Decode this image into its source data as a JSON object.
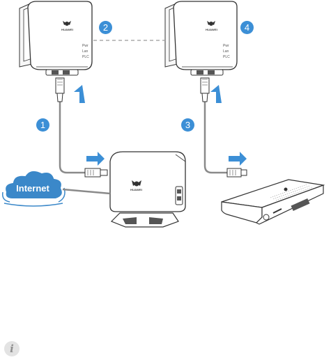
{
  "steps": [
    "1",
    "2",
    "3",
    "4"
  ],
  "internet_label": "Internet",
  "brand": "HUAWEI",
  "led_labels": [
    "Pwr",
    "Lan",
    "PLC"
  ],
  "colors": {
    "accent": "#3c8fd6",
    "cloud": "#3b88c9",
    "cable": "#8a8a8a",
    "device_outline": "#333333"
  },
  "icons": {
    "info": "info-icon"
  },
  "info_glyph": "i"
}
